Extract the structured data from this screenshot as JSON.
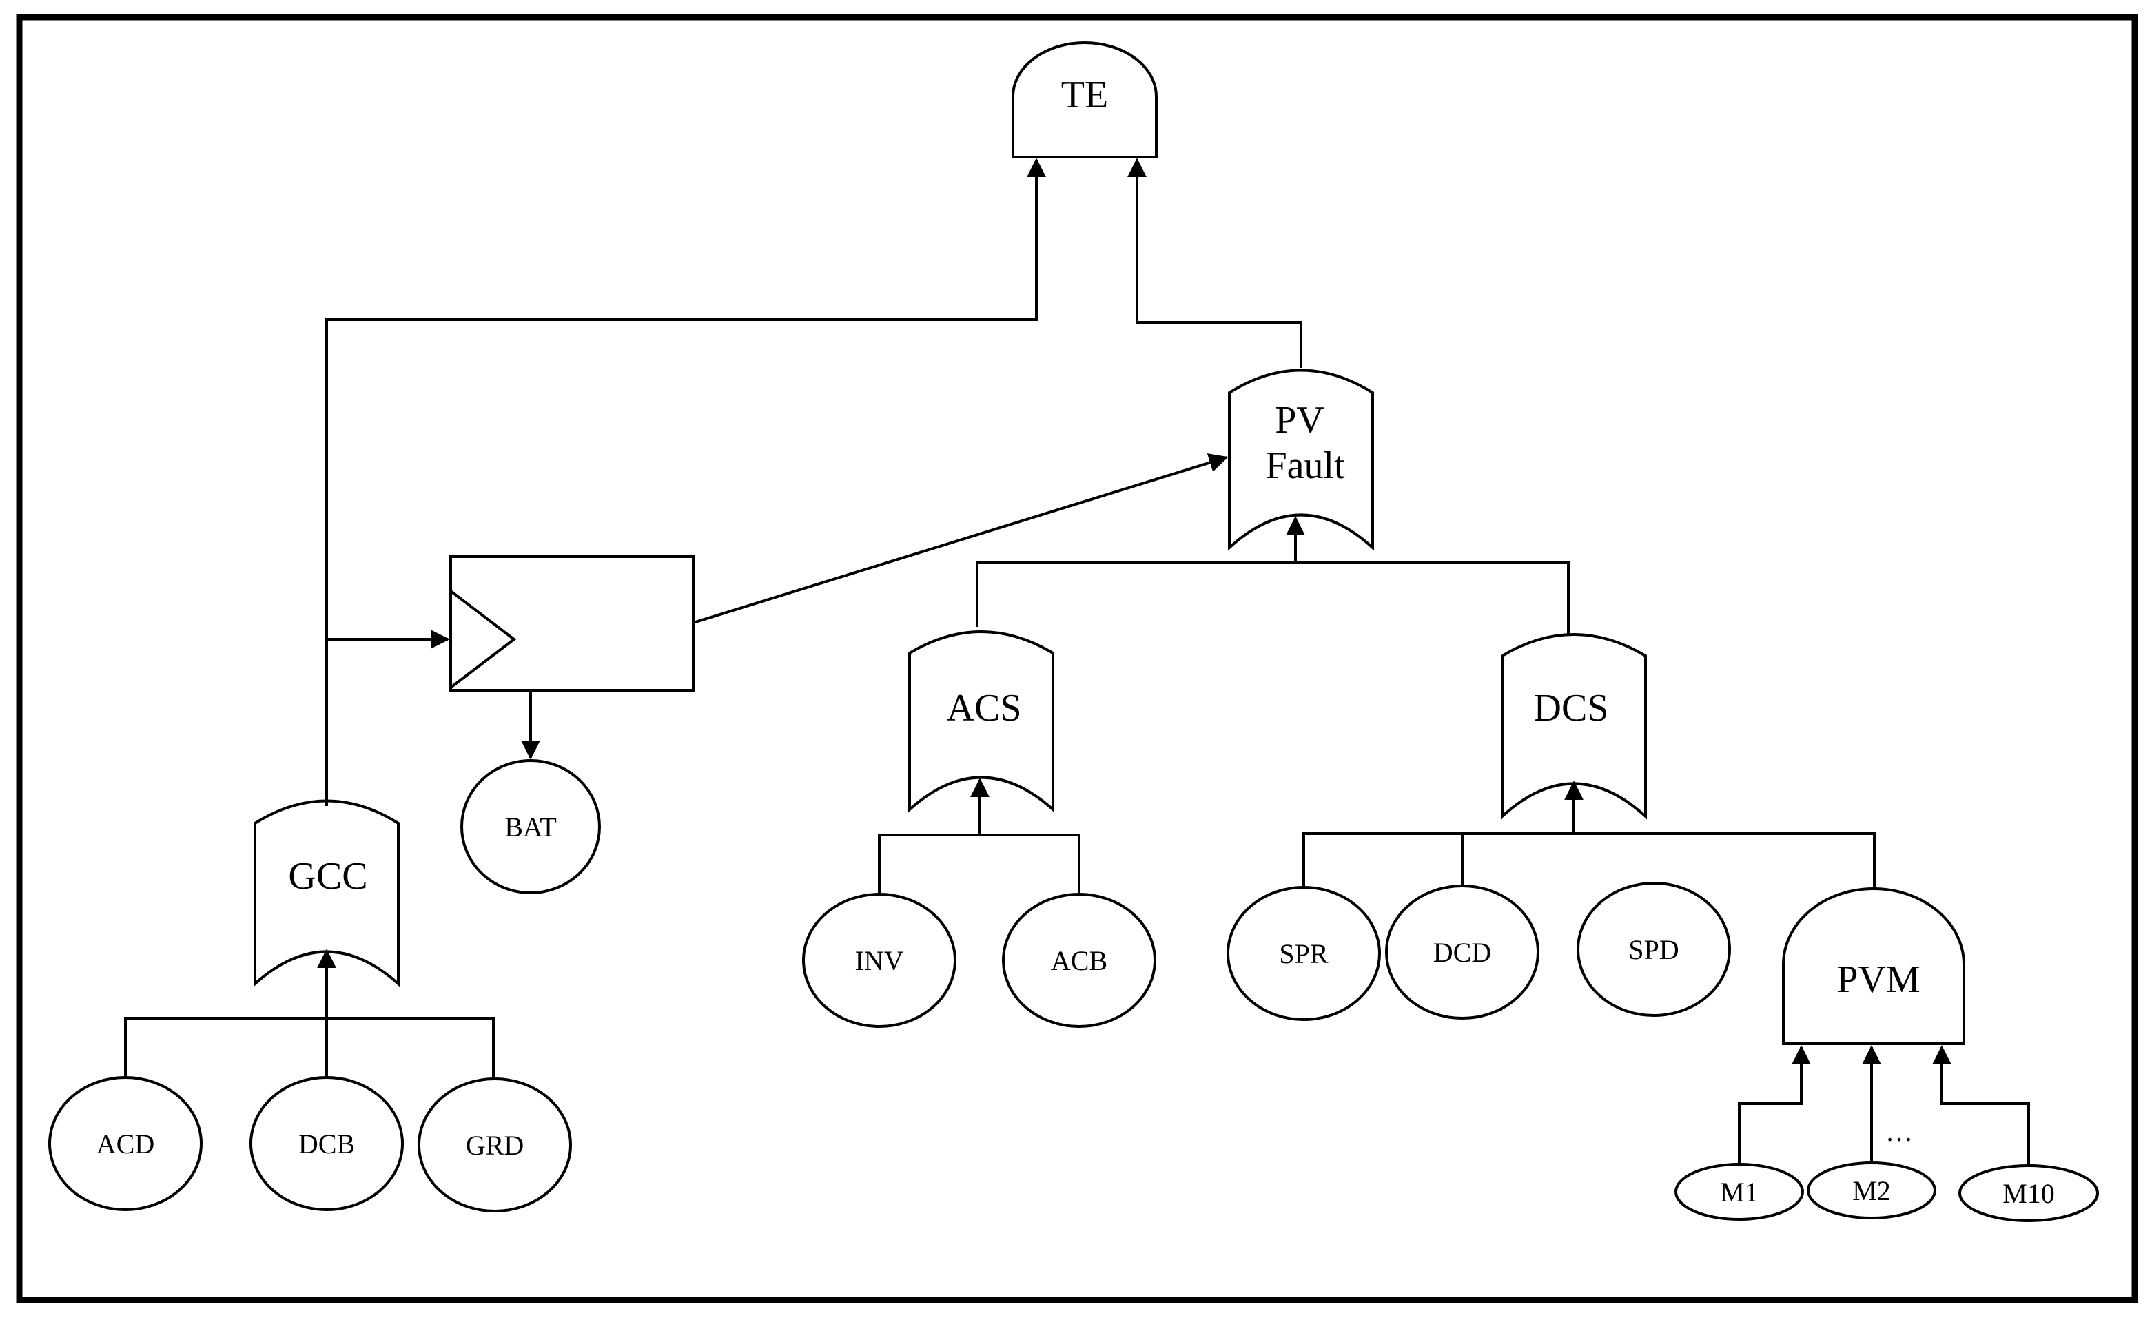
{
  "diagram": {
    "type": "fault-tree",
    "top_event": "TE",
    "pv_fault": {
      "line1": "PV",
      "line2": "Fault"
    },
    "gates": {
      "gcc": "GCC",
      "acs": "ACS",
      "dcs": "DCS",
      "pvm": "PVM"
    },
    "basic_events": {
      "bat": "BAT",
      "acd": "ACD",
      "dcb": "DCB",
      "grd": "GRD",
      "inv": "INV",
      "acb": "ACB",
      "spr": "SPR",
      "dcd": "DCD",
      "spd": "SPD",
      "m1": "M1",
      "m2": "M2",
      "m10": "M10"
    },
    "ellipsis": "…"
  }
}
